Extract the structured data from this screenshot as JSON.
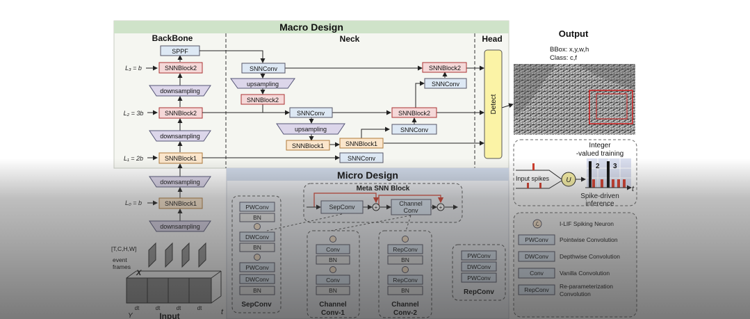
{
  "macro": {
    "title": "Macro Design",
    "backbone_title": "BackBone",
    "neck_title": "Neck",
    "head_title": "Head",
    "level_labels": [
      "L₃ = b",
      "L₂ = 3b",
      "L₁ = 2b",
      "L₀ = b"
    ],
    "backbone_blocks": [
      "SPPF",
      "SNNBlock2",
      "downsampling",
      "SNNBlock2",
      "downsampling",
      "SNNBlock1",
      "downsampling",
      "SNNBlock1",
      "downsampling"
    ],
    "neck_blocks": [
      "SNNConv",
      "upsampling",
      "SNNBlock2",
      "SNNConv",
      "upsampling",
      "SNNBlock1",
      "SNNBlock1",
      "SNNConv",
      "SNNConv",
      "SNNBlock2",
      "SNNConv",
      "SNNBlock2"
    ],
    "detect_label": "Detect"
  },
  "output": {
    "title": "Output",
    "bbox": "BBox: x,y,w,h",
    "class": "Class: c,f"
  },
  "micro": {
    "title": "Micro Design",
    "meta_title": "Meta SNN Block",
    "meta_sepconv": "SepConv",
    "meta_channel": [
      "Channel",
      "Conv"
    ],
    "sepconv_blocks": [
      "PWConv",
      "BN",
      "DWConv",
      "BN",
      "PWConv",
      "DWConv",
      "BN"
    ],
    "sepconv_label": "SepConv",
    "cc1_blocks": [
      "Conv",
      "BN",
      "Conv",
      "BN"
    ],
    "cc1_label": [
      "Channel",
      "Conv-1"
    ],
    "cc2_blocks": [
      "RepConv",
      "BN",
      "RepConv",
      "BN"
    ],
    "cc2_label": [
      "Channel",
      "Conv-2"
    ],
    "repconv_blocks": [
      "PWConv",
      "DWConv",
      "PWConv"
    ],
    "repconv_label": "RepConv"
  },
  "spike": {
    "integer": "Integer",
    "training": "-valued training",
    "input_spikes": "Input spikes",
    "u_label": "U",
    "n2": "2",
    "n3": "3",
    "t": "t",
    "spike_driven": "Spike-driven",
    "inference": "inference"
  },
  "legend": [
    {
      "key": "ℒ",
      "text": "I-LIF Spiking Neuron"
    },
    {
      "key": "PWConv",
      "text": "Pointwise Convolution"
    },
    {
      "key": "DWConv",
      "text": "Depthwise Convolution"
    },
    {
      "key": "Conv",
      "text": "Vanilla Convolution"
    },
    {
      "key": "RepConv",
      "text": "Re-parameterization"
    },
    {
      "key": "",
      "text": "Convolution"
    }
  ],
  "input": {
    "dims": "[T,C,H,W]",
    "event": "event",
    "frames": "frames",
    "xt": "X",
    "dt": "dt",
    "caption": "Input",
    "y": "Y",
    "t": "t"
  },
  "colors": {
    "macro_bg": "#f5f6f1",
    "macro_header": "#cfe3c9",
    "micro_header": "#cfd9e8",
    "red_block": "#f5d8d8",
    "orange_block": "#fbe6cc",
    "blue_block": "#dde8f4",
    "purple_block": "#dcd6ea",
    "detect": "#fbf3a6",
    "arrow_red": "#d23b2a"
  }
}
